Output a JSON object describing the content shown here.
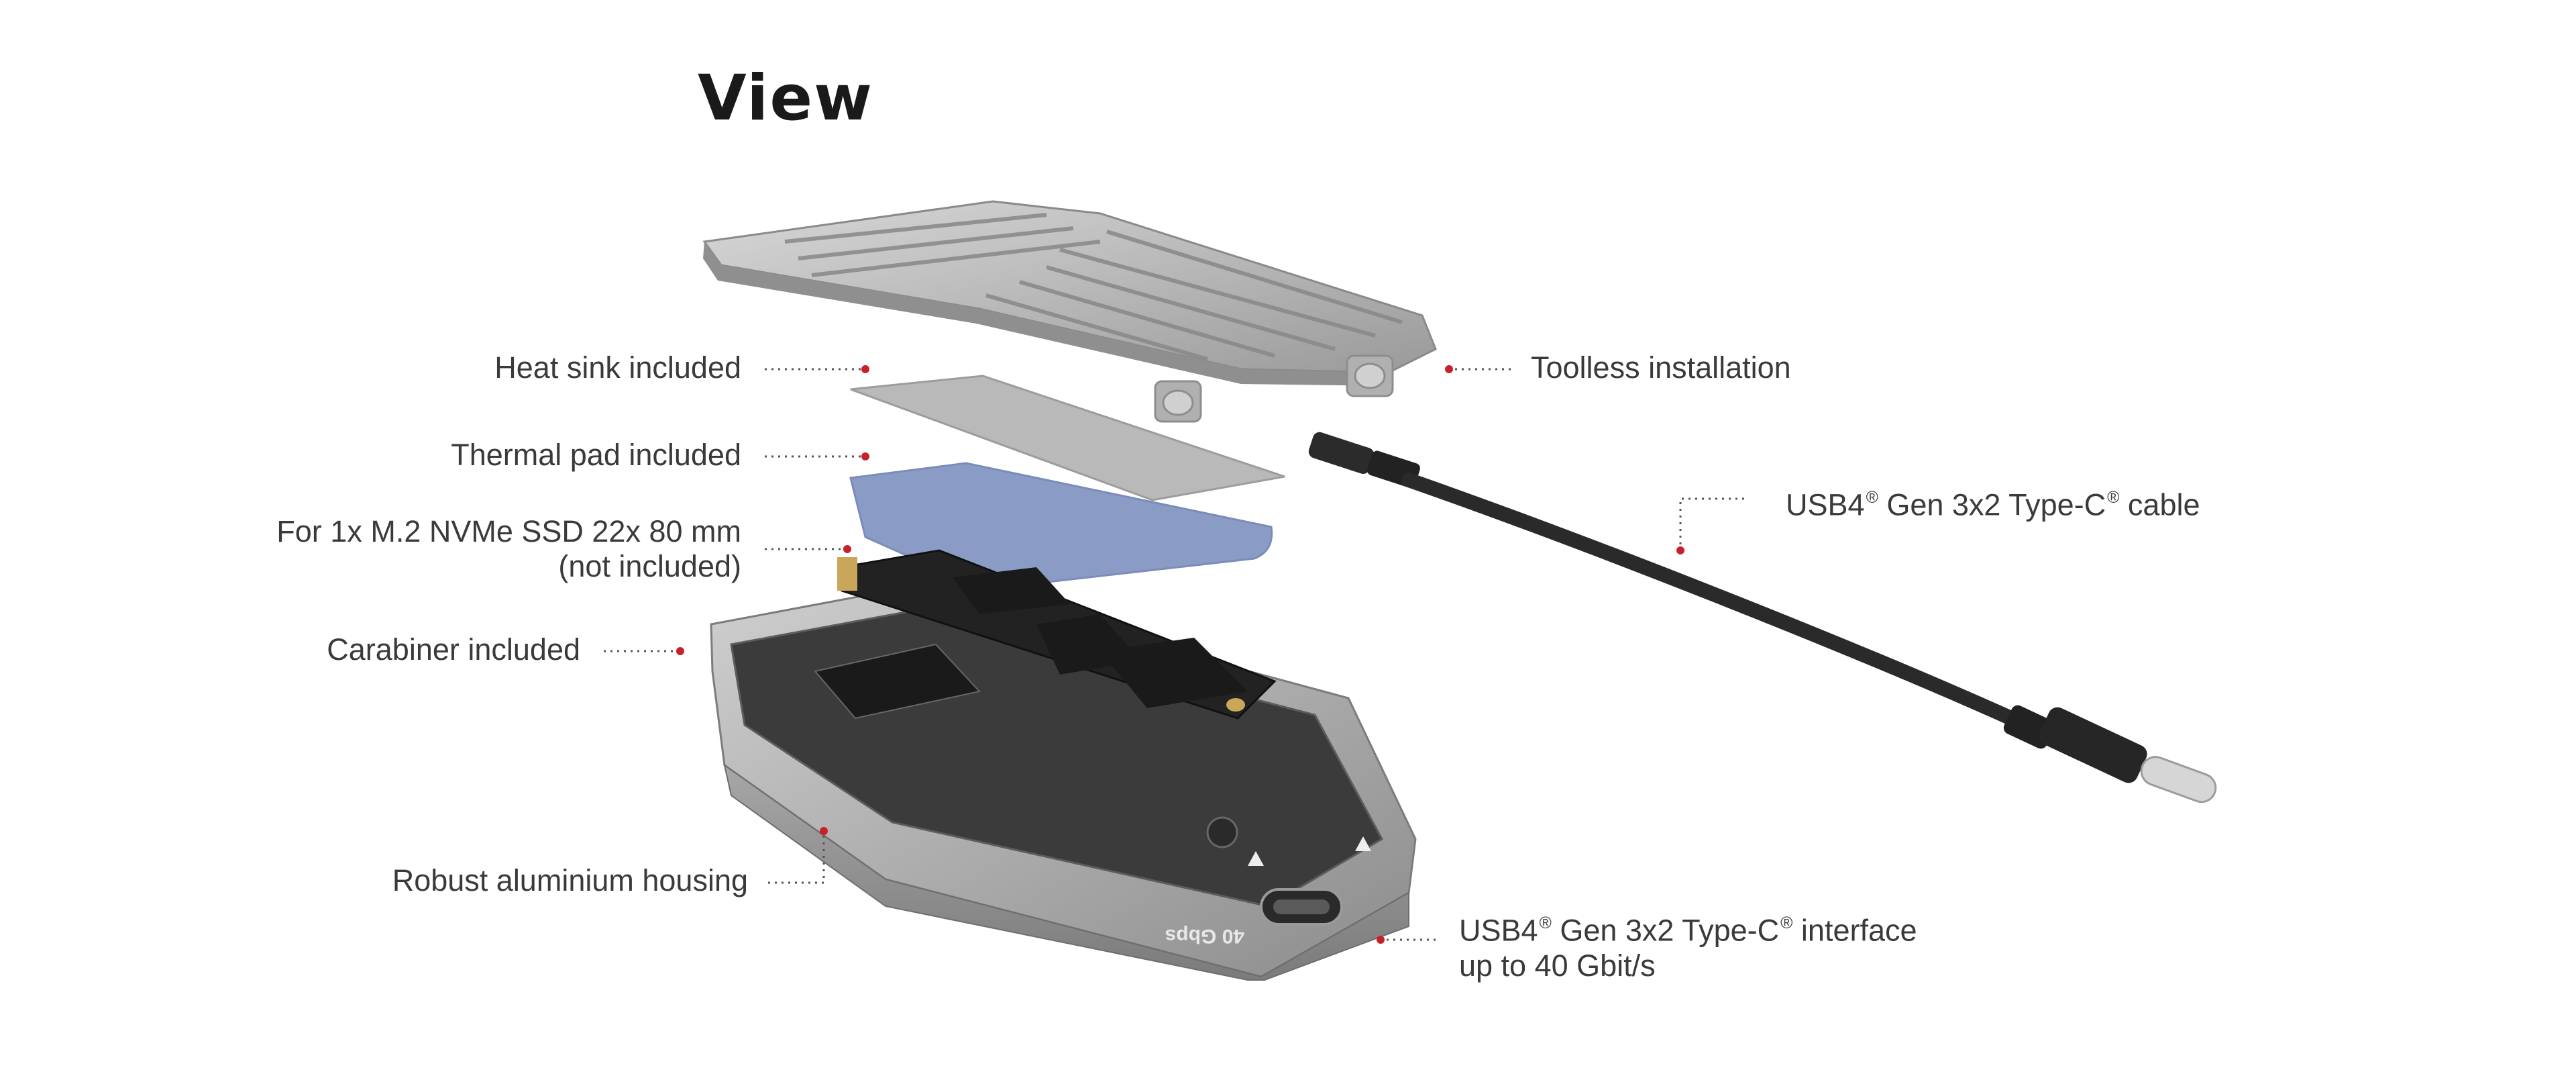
{
  "title": "View",
  "callouts": {
    "heat_sink": "Heat sink included",
    "thermal_pad": "Thermal pad included",
    "ssd_line1": "For 1x M.2 NVMe SSD 22x 80 mm",
    "ssd_line2": "(not included)",
    "carabiner": "Carabiner included",
    "housing": "Robust aluminium housing",
    "toolless": "Toolless installation",
    "cable_a": "USB4",
    "cable_b": " Gen 3x2 Type-C",
    "cable_c": " cable",
    "iface_a": "USB4",
    "iface_b": " Gen 3x2 Type-C",
    "iface_c": " interface",
    "iface_line2": "up to 40 Gbit/s"
  },
  "registered_mark": "®",
  "port_marking": "40 Gbps",
  "colors": {
    "accent_dot": "#c8202a",
    "label_text": "#3a3a3a",
    "heatsink": "#b8b8b8",
    "thermal_pad": "#8a9cc6",
    "cable": "#2a2a2a"
  }
}
